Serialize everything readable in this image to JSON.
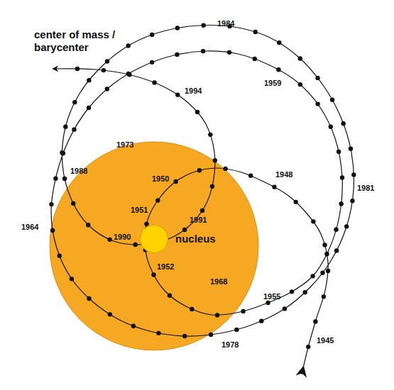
{
  "diagram": {
    "nodes": [
      {
        "text": [
          "nucleus"
        ]
      }
    ],
    "labels": [
      "center of mass / barycenter",
      "1984",
      "1959",
      "1994",
      "1973",
      "1950",
      "1988",
      "1948",
      "1981",
      "1951",
      "1991",
      "1964",
      "1990",
      "1952",
      "1968",
      "1955",
      "1978",
      "1945"
    ]
  }
}
